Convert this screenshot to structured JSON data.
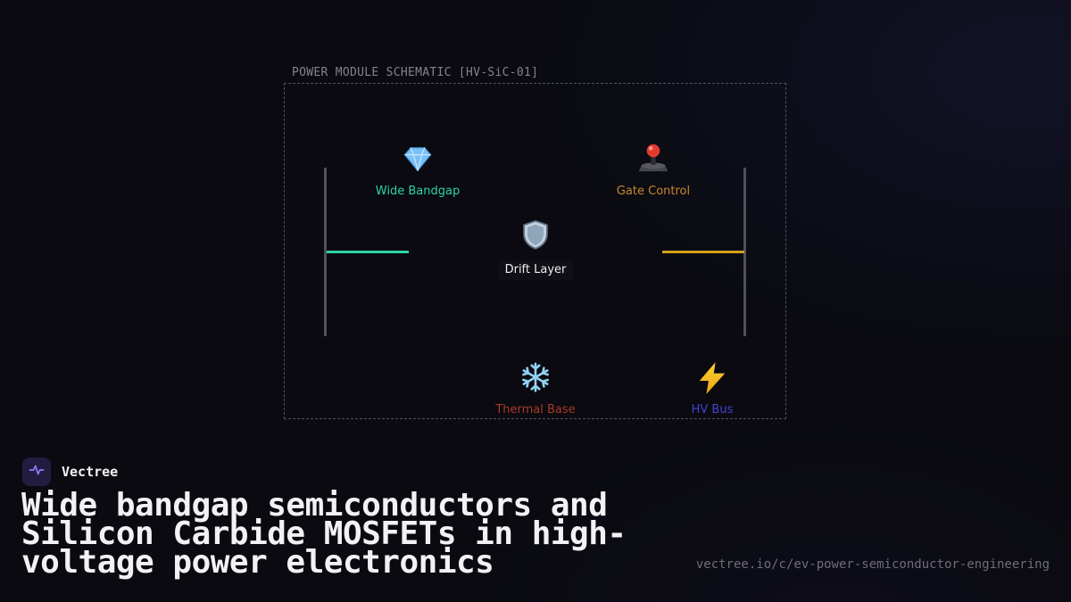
{
  "colors": {
    "background": "#0a0a10",
    "accent_teal": "#2dd4a8",
    "accent_amber": "#d4a017",
    "connector_gray": "#51515a"
  },
  "schematic": {
    "title": "POWER MODULE SCHEMATIC [HV-SiC-01]",
    "nodes": [
      {
        "label": "Wide Bandgap",
        "icon": "gem-icon",
        "color": "#2dd4a8"
      },
      {
        "label": "Gate Control",
        "icon": "joystick-icon",
        "color": "#c9872f"
      },
      {
        "label": "Drift Layer",
        "icon": "shield-icon",
        "color": "#ececf0"
      },
      {
        "label": "Thermal Base",
        "icon": "snowflake-icon",
        "color": "#a93a2c"
      },
      {
        "label": "HV Bus",
        "icon": "lightning-icon",
        "color": "#4343d0"
      }
    ]
  },
  "brand": {
    "name": "Vectree",
    "logo_icon": "waveform-icon"
  },
  "heading": {
    "lines": [
      "Wide bandgap semiconductors and",
      "Silicon Carbide MOSFETs in high-",
      "voltage power electronics"
    ]
  },
  "footer": {
    "url": "vectree.io/c/ev-power-semiconductor-engineering"
  }
}
